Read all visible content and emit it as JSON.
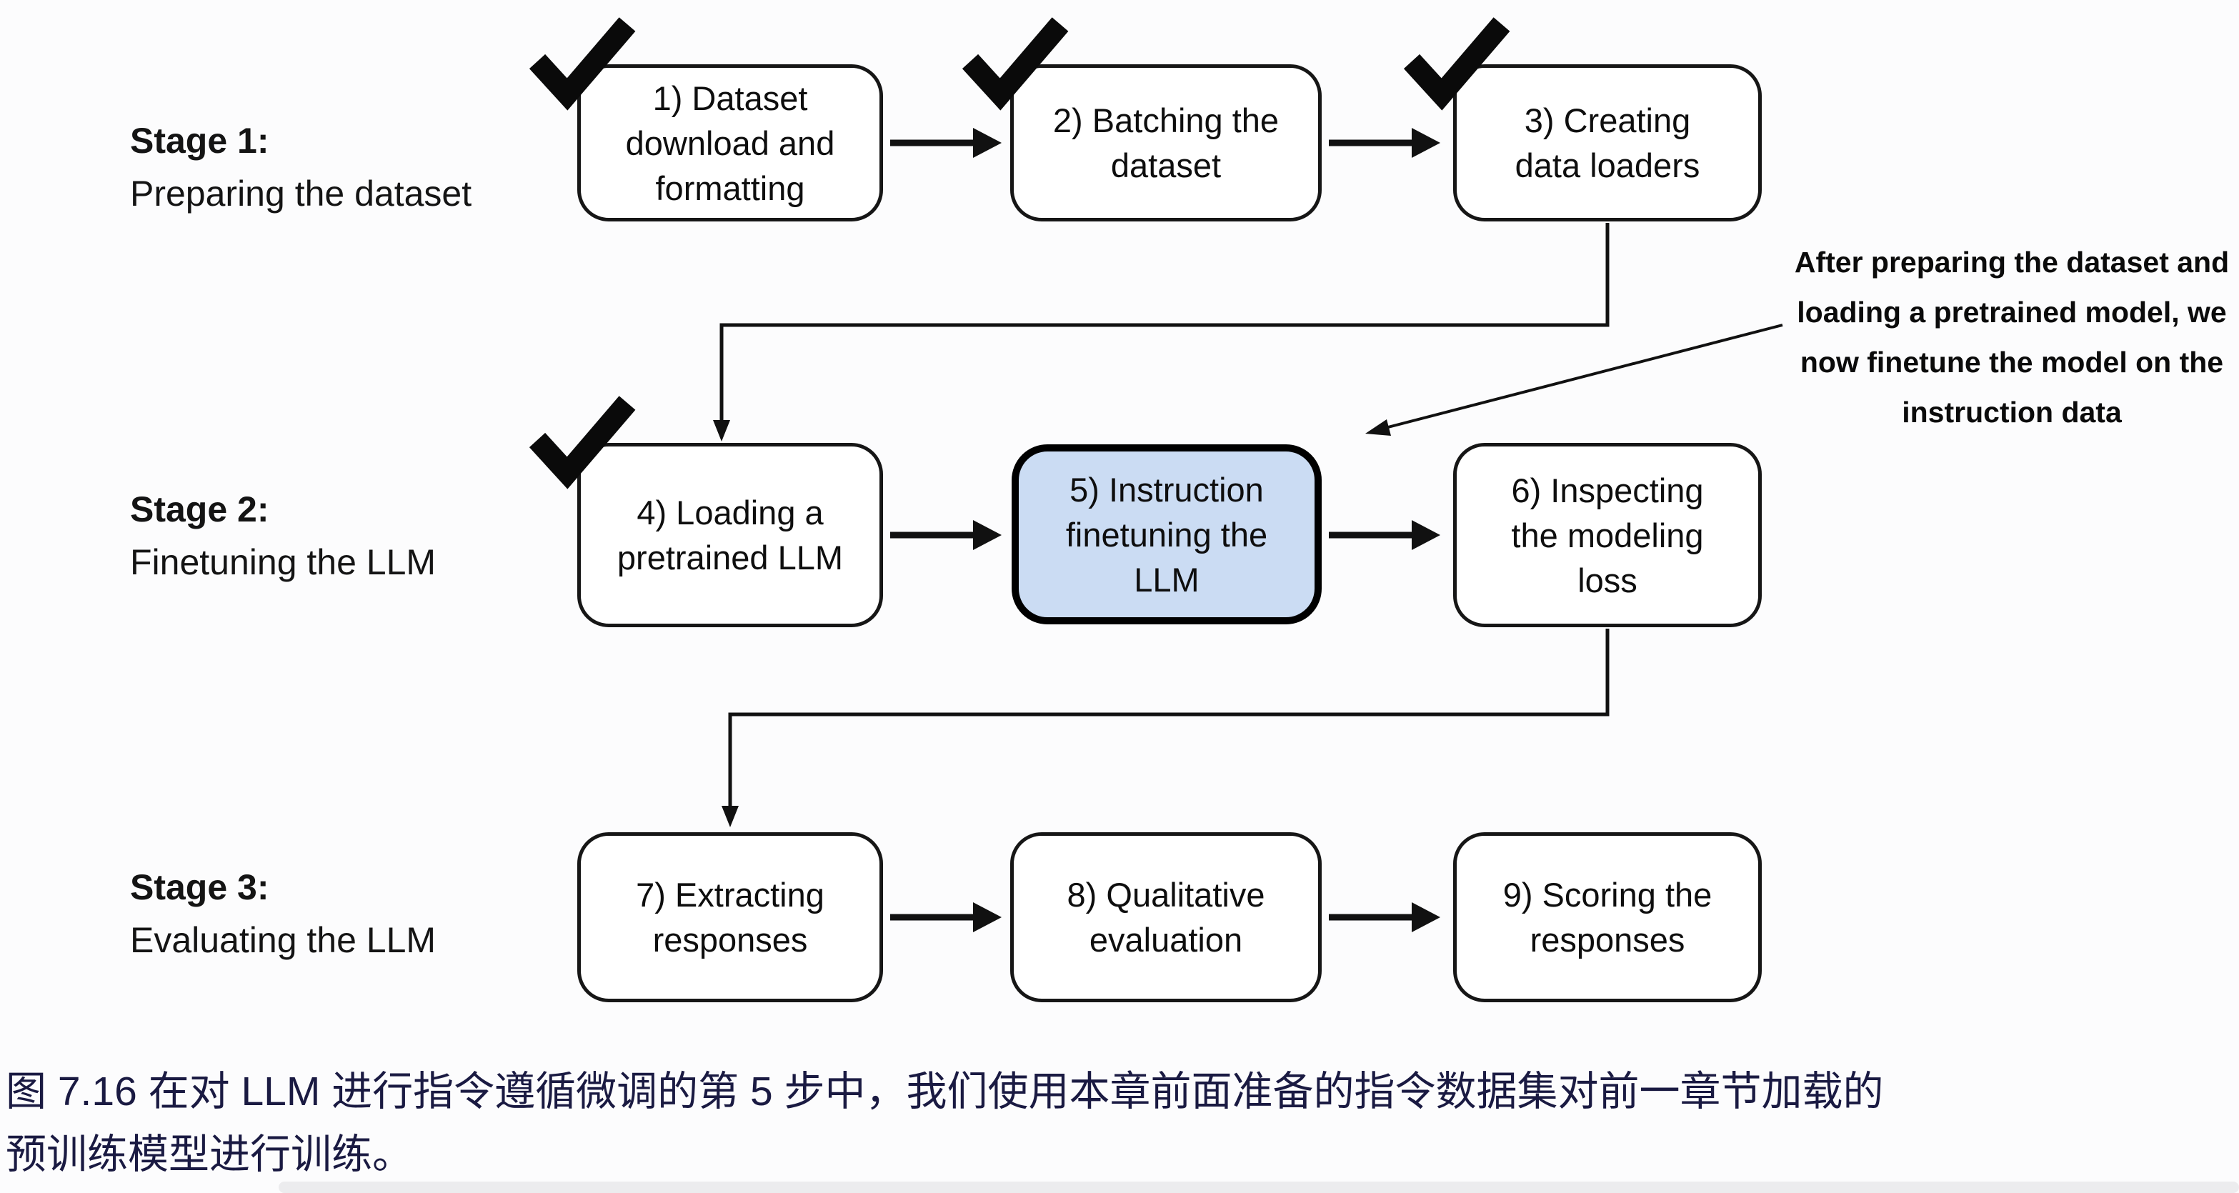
{
  "figure": {
    "stage1": {
      "title": "Stage 1:",
      "subtitle": "Preparing the dataset"
    },
    "stage2": {
      "title": "Stage 2:",
      "subtitle": "Finetuning the LLM"
    },
    "stage3": {
      "title": "Stage 3:",
      "subtitle": "Evaluating the LLM"
    },
    "boxes": {
      "b1": {
        "label": "1) Dataset\ndownload and\nformatting",
        "checked": true
      },
      "b2": {
        "label": "2) Batching the\ndataset",
        "checked": true
      },
      "b3": {
        "label": "3) Creating\ndata loaders",
        "checked": true
      },
      "b4": {
        "label": "4) Loading a\npretrained LLM",
        "checked": true
      },
      "b5": {
        "label": "5) Instruction\nfinetuning the\nLLM",
        "checked": false,
        "highlighted": true,
        "highlight_color": "#cbdcf3"
      },
      "b6": {
        "label": "6) Inspecting\nthe modeling\nloss",
        "checked": false
      },
      "b7": {
        "label": "7) Extracting\nresponses",
        "checked": false
      },
      "b8": {
        "label": "8) Qualitative\nevaluation",
        "checked": false
      },
      "b9": {
        "label": "9) Scoring the\nresponses",
        "checked": false
      }
    },
    "annotation": "After preparing the dataset and\nloading a pretrained model, we\nnow finetune the model on the\ninstruction data",
    "caption": "图 7.16 在对 LLM 进行指令遵循微调的第 5 步中，我们使用本章前面准备的指令数据集对前一章节加载的\n预训练模型进行训练。",
    "caption_color": "#1a1a42",
    "line_color": "#111111",
    "check_color": "#0a0a0a"
  }
}
